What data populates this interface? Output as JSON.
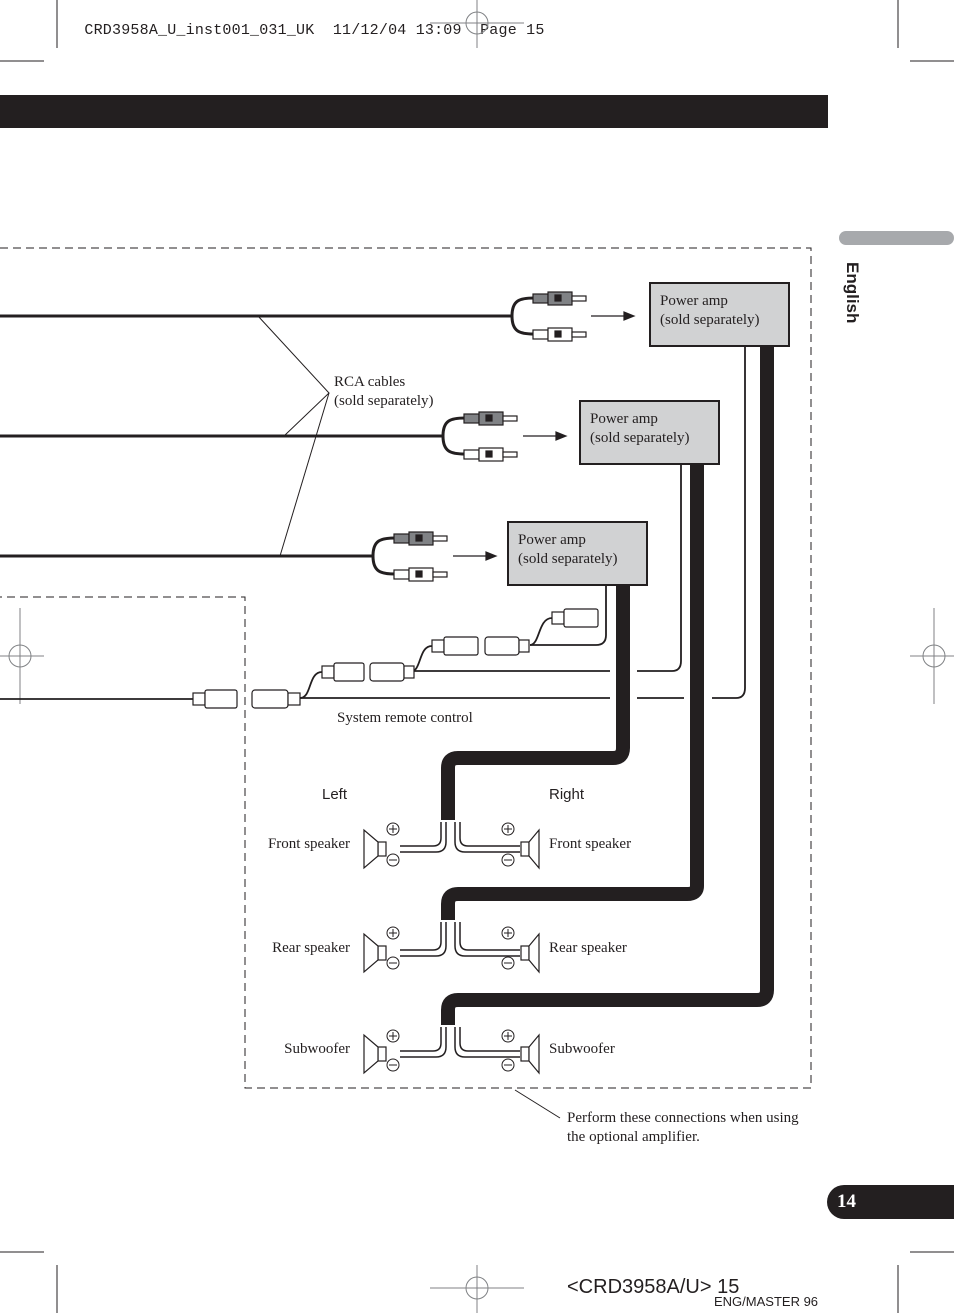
{
  "print_header": {
    "file": "CRD3958A_U_inst001_031_UK",
    "date": "11/12/04",
    "time": "13:09",
    "page_label": "Page 15"
  },
  "side_tab": {
    "language": "English"
  },
  "diagram": {
    "amplifiers": [
      {
        "line1": "Power amp",
        "line2": "(sold separately)"
      },
      {
        "line1": "Power amp",
        "line2": "(sold separately)"
      },
      {
        "line1": "Power amp",
        "line2": "(sold separately)"
      }
    ],
    "rca_label": {
      "line1": "RCA cables",
      "line2": "(sold separately)"
    },
    "remote_label": "System remote control",
    "channel_left": "Left",
    "channel_right": "Right",
    "speakers": [
      {
        "left": "Front speaker",
        "right": "Front speaker"
      },
      {
        "left": "Rear speaker",
        "right": "Rear speaker"
      },
      {
        "left": "Subwoofer",
        "right": "Subwoofer"
      }
    ],
    "polarity": {
      "plus": "+",
      "minus": "−"
    },
    "note": {
      "line1": "Perform these connections when using",
      "line2": "the optional amplifier."
    }
  },
  "footer": {
    "page_number": "14",
    "doc_code": "<CRD3958A/U> 15",
    "master": "ENG/MASTER 96"
  },
  "colors": {
    "ink": "#231f20",
    "amp_fill": "#d1d2d3",
    "tab_grey": "#a7a9ac",
    "plug_grey": "#808285"
  }
}
